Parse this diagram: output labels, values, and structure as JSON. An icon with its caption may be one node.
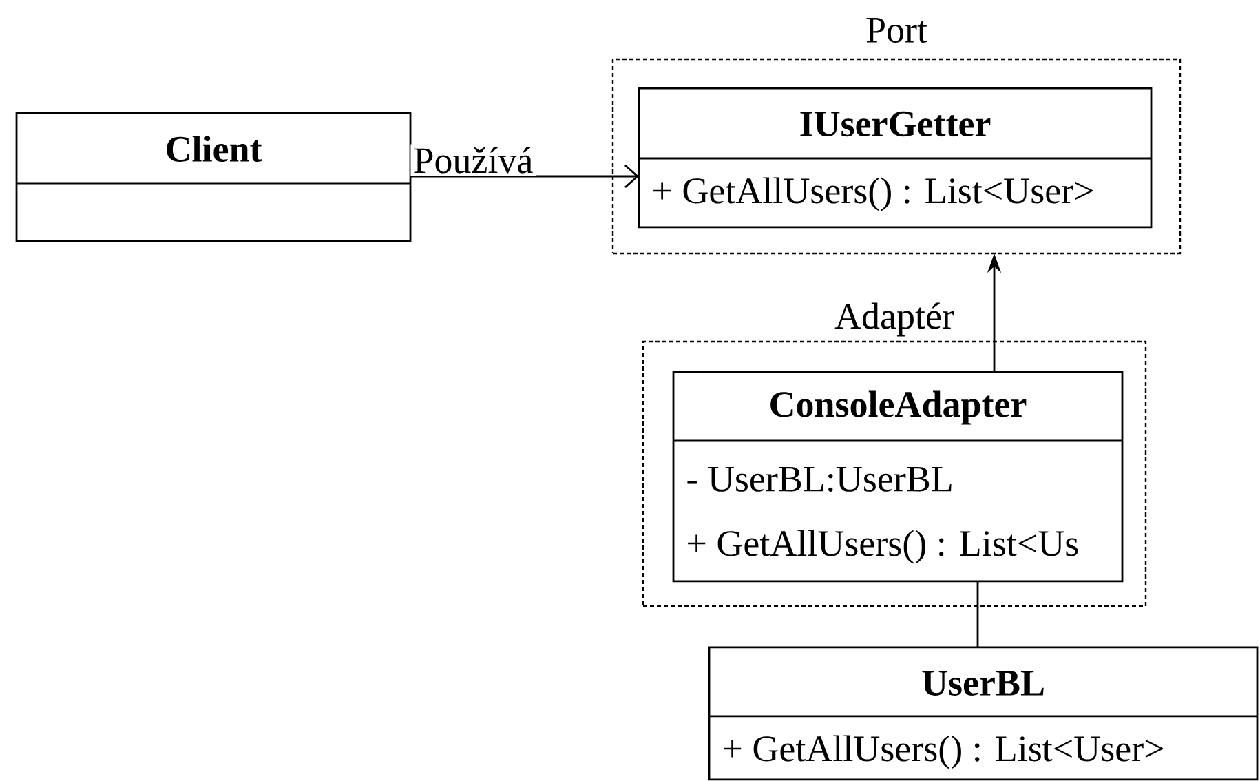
{
  "diagram": {
    "nodes": [
      {
        "text": [
          "Client"
        ]
      },
      {
        "text": [
          "Port"
        ]
      },
      {
        "text": [
          "IUserGetter",
          "+ GetAllUsers() : List<User>"
        ],
        "in": 1
      },
      {
        "text": [
          "Adaptér"
        ]
      },
      {
        "text": [
          "ConsoleAdapter",
          "- UserBL:UserBL",
          "+ GetAllUsers() : List<Us"
        ],
        "in": 3
      },
      {
        "text": [
          "UserBL",
          "+ GetAllUsers() : List<User>"
        ]
      }
    ],
    "edges": [
      {
        "from": 0,
        "to": 2,
        "arrow": "to",
        "label": "Používá"
      },
      {
        "from": 4,
        "to": 1,
        "arrow": "to"
      },
      {
        "from": 4,
        "to": 5,
        "arrow": "none"
      }
    ]
  }
}
